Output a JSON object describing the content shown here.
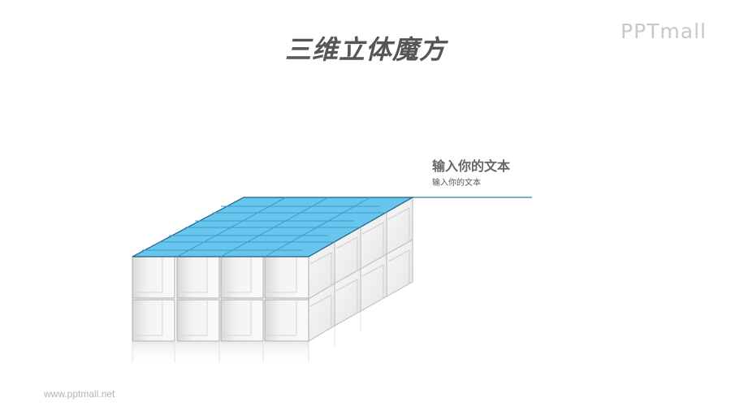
{
  "slide": {
    "title": "三维立体魔方",
    "logo": "PPTmall",
    "footer": "www.pptmall.net"
  },
  "callout": {
    "heading": "输入你的文本",
    "subtext": "输入你的文本"
  },
  "cube": {
    "columns": 4,
    "rows": 2,
    "depth": 4,
    "top_color": "#5bc0eb",
    "top_stroke": "#1f6e9a",
    "line_color": "#2c7fb8",
    "face_color": "#f2f2f2",
    "edge_color": "#b9b9b9"
  }
}
